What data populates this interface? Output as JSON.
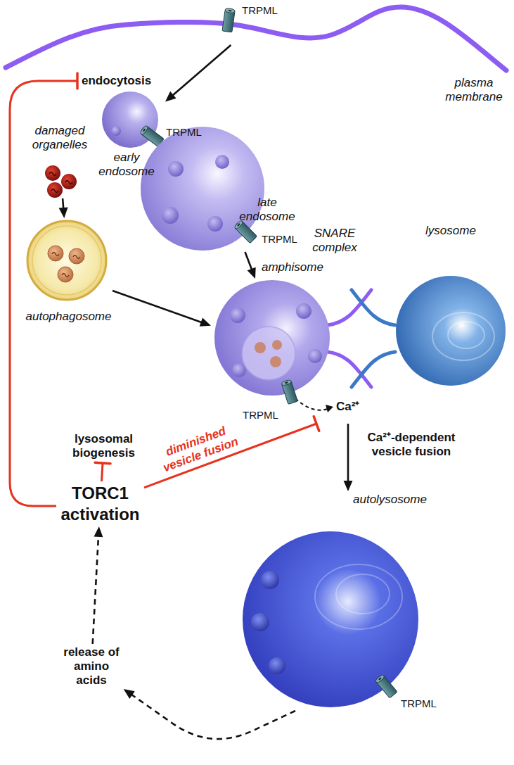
{
  "diagram": {
    "nodes": [
      {
        "text": [
          "plasma membrane"
        ]
      },
      {
        "text": [
          "endocytosis"
        ]
      },
      {
        "text": [
          "early endosome"
        ]
      },
      {
        "text": [
          "damaged organelles"
        ]
      },
      {
        "text": [
          "late endosome"
        ]
      },
      {
        "text": [
          "autophagosome"
        ]
      },
      {
        "text": [
          "amphisome"
        ]
      },
      {
        "text": [
          "lysosome"
        ]
      },
      {
        "text": [
          "lysosomal biogenesis"
        ]
      },
      {
        "text": [
          "TORC1 activation"
        ]
      },
      {
        "text": [
          "autolysosome"
        ]
      },
      {
        "text": [
          "release of amino acids"
        ]
      }
    ],
    "edges": [
      {
        "from": 0,
        "to": 2,
        "arrow": "to"
      },
      {
        "from": 3,
        "to": 5,
        "arrow": "to"
      },
      {
        "from": 4,
        "to": 6,
        "arrow": "to"
      },
      {
        "from": 5,
        "to": 6,
        "arrow": "to"
      },
      {
        "from": 6,
        "to": 10,
        "arrow": "to",
        "label": "Ca²⁺-dependent vesicle fusion"
      },
      {
        "from": 10,
        "to": 11,
        "arrow": "to"
      },
      {
        "from": 11,
        "to": 9,
        "arrow": "to"
      },
      {
        "from": 9,
        "to": 1,
        "arrow": "to"
      },
      {
        "from": 9,
        "to": 8,
        "arrow": "to"
      },
      {
        "from": 9,
        "to": 6,
        "arrow": "to",
        "label": "diminished vesicle fusion"
      }
    ],
    "labels": [
      "TRPML",
      "TRPML",
      "TRPML",
      "SNARE complex",
      "TRPML",
      "Ca²⁺",
      "TRPML"
    ]
  }
}
